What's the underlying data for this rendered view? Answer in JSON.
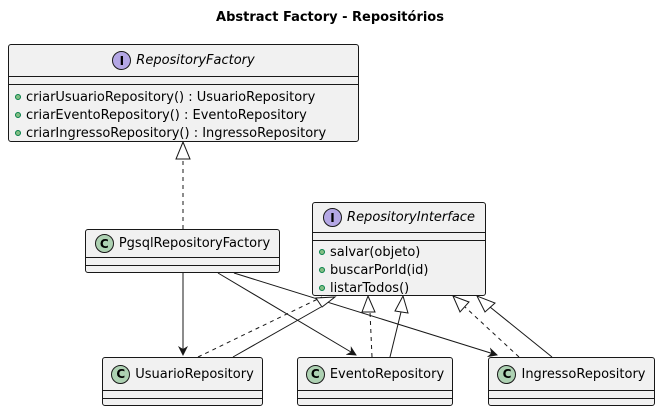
{
  "title": "Abstract Factory - Repositórios",
  "repository_factory": {
    "stereotype": "I",
    "name": "RepositoryFactory",
    "methods": [
      "criarUsuarioRepository() : UsuarioRepository",
      "criarEventoRepository() : EventoRepository",
      "criarIngressoRepository() : IngressoRepository"
    ]
  },
  "pgsql_factory": {
    "stereotype": "C",
    "name": "PgsqlRepositoryFactory"
  },
  "repository_interface": {
    "stereotype": "I",
    "name": "RepositoryInterface",
    "methods": [
      "salvar(objeto)",
      "buscarPorId(id)",
      "listarTodos()"
    ]
  },
  "usuario_repository": {
    "stereotype": "C",
    "name": "UsuarioRepository"
  },
  "evento_repository": {
    "stereotype": "C",
    "name": "EventoRepository"
  },
  "ingresso_repository": {
    "stereotype": "C",
    "name": "IngressoRepository"
  },
  "colors": {
    "box_fill": "#f1f1f1",
    "border": "#181818",
    "interface_badge": "#b4a7e5",
    "class_badge": "#add1b2",
    "method_dot": "#84be84"
  }
}
